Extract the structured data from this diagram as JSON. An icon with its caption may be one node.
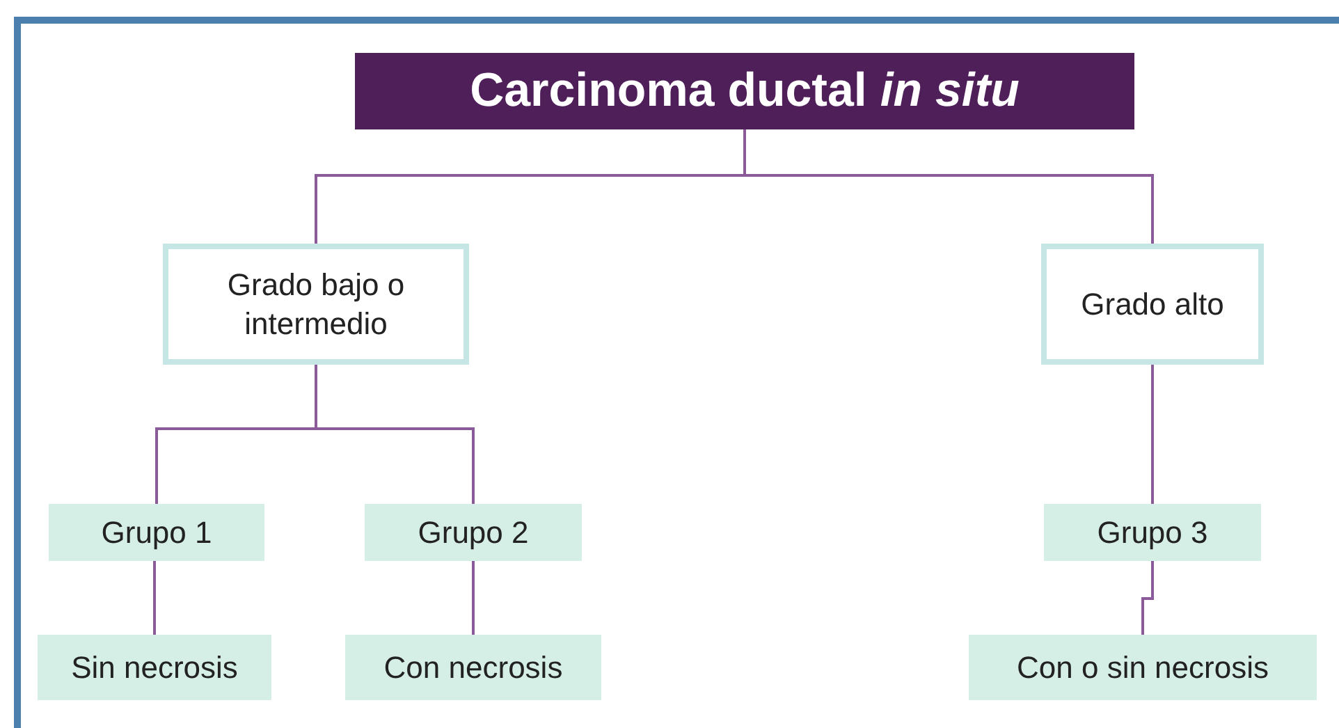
{
  "diagram": {
    "nodes": [
      {
        "text": [
          "Carcinoma ductal *in situ*"
        ]
      },
      {
        "text": [
          "Grado bajo o intermedio"
        ]
      },
      {
        "text": [
          "Grado alto"
        ]
      },
      {
        "text": [
          "Grupo 1"
        ]
      },
      {
        "text": [
          "Grupo 2"
        ]
      },
      {
        "text": [
          "Grupo 3"
        ]
      },
      {
        "text": [
          "Sin necrosis"
        ]
      },
      {
        "text": [
          "Con necrosis"
        ]
      },
      {
        "text": [
          "Con o sin necrosis"
        ]
      }
    ],
    "edges": [
      {
        "from": 0,
        "to": 1,
        "arrow": "none"
      },
      {
        "from": 0,
        "to": 2,
        "arrow": "none"
      },
      {
        "from": 1,
        "to": 3,
        "arrow": "none"
      },
      {
        "from": 1,
        "to": 4,
        "arrow": "none"
      },
      {
        "from": 2,
        "to": 5,
        "arrow": "none"
      },
      {
        "from": 3,
        "to": 6,
        "arrow": "none"
      },
      {
        "from": 4,
        "to": 7,
        "arrow": "none"
      },
      {
        "from": 5,
        "to": 8,
        "arrow": "none"
      }
    ]
  }
}
